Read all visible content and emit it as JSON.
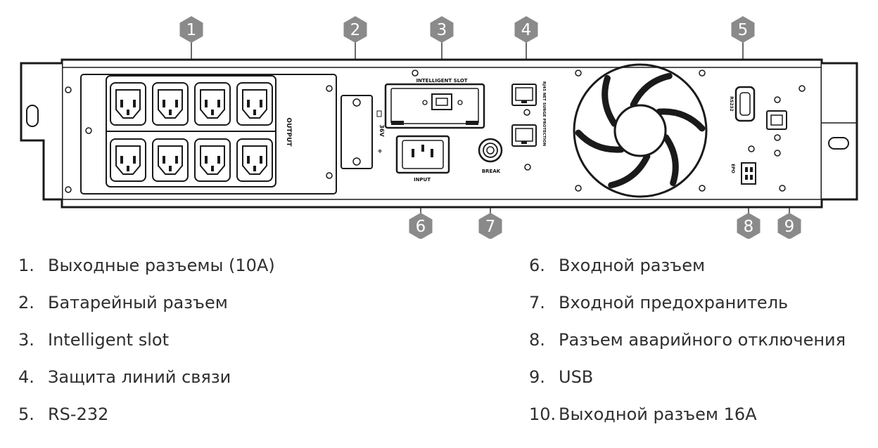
{
  "panel": {
    "output_label": "OUTPUT",
    "intelligent_slot_label": "INTELLIGENT SLOT",
    "input_label": "INPUT",
    "break_label": "BREAK",
    "surge_label": "RJ45 NET SURGE PROTECTION",
    "rs232_label": "RS232",
    "epo_label": "EPO",
    "battery_voltage_label": "36V",
    "battery_plus_label": "+"
  },
  "markers": [
    {
      "id": 1,
      "label": "1"
    },
    {
      "id": 2,
      "label": "2"
    },
    {
      "id": 3,
      "label": "3"
    },
    {
      "id": 4,
      "label": "4"
    },
    {
      "id": 5,
      "label": "5"
    },
    {
      "id": 6,
      "label": "6"
    },
    {
      "id": 7,
      "label": "7"
    },
    {
      "id": 8,
      "label": "8"
    },
    {
      "id": 9,
      "label": "9"
    }
  ],
  "legend": [
    {
      "num": "1.",
      "text": "Выходные разъемы (10А)"
    },
    {
      "num": "2.",
      "text": "Батарейный разъем"
    },
    {
      "num": "3.",
      "text": "Intelligent slot"
    },
    {
      "num": "4.",
      "text": "Защита линий связи"
    },
    {
      "num": "5.",
      "text": "RS-232"
    },
    {
      "num": "6.",
      "text": "Входной разъем"
    },
    {
      "num": "7.",
      "text": "Входной предохранитель"
    },
    {
      "num": "8.",
      "text": "Разъем аварийного отключения"
    },
    {
      "num": "9.",
      "text": "USB"
    },
    {
      "num": "10.",
      "text": "Выходной разъем 16А"
    }
  ],
  "colors": {
    "marker": "#8a8a8a",
    "panel_stroke": "#1a1a1a",
    "text": "#2f2f2f"
  }
}
